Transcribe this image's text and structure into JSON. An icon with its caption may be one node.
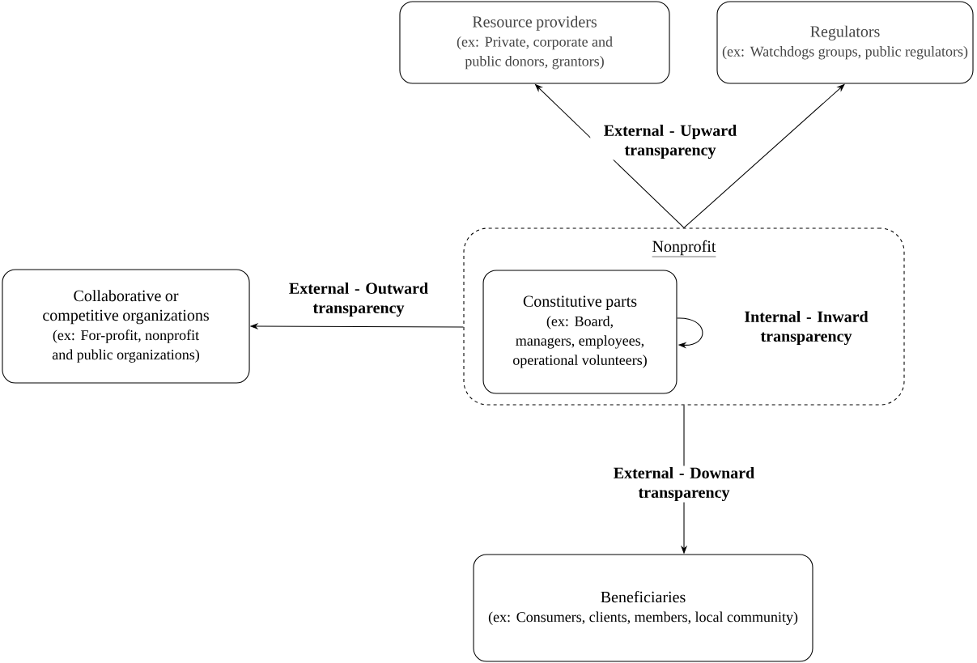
{
  "diagram": {
    "nodes": [
      {
        "text": [
          "Resource providers",
          "(ex: Private, corporate and public donors, grantors)"
        ]
      },
      {
        "text": [
          "Regulators",
          "(ex: Watchdogs groups, public regulators)"
        ]
      },
      {
        "text": [
          "Collaborative or competitive organizations",
          "(ex: For-profit, nonprofit and public organizations)"
        ]
      },
      {
        "text": [
          "Nonprofit"
        ]
      },
      {
        "text": [
          "Constitutive parts",
          "(ex: Board, managers, employees, operational volunteers)"
        ],
        "in": 3
      },
      {
        "text": [
          "Beneficiaries",
          "(ex: Consumers, clients, members, local community)"
        ]
      }
    ],
    "edges": [
      {
        "from": 3,
        "to": 0,
        "arrow": "to",
        "label": "External - Upward transparency"
      },
      {
        "from": 3,
        "to": 1,
        "arrow": "to"
      },
      {
        "from": 3,
        "to": 2,
        "arrow": "to",
        "label": "External - Outward transparency"
      },
      {
        "from": 4,
        "to": 4,
        "arrow": "to",
        "label": "Internal - Inward transparency"
      },
      {
        "from": 3,
        "to": 5,
        "arrow": "to",
        "label": "External - Downard transparency"
      }
    ]
  }
}
